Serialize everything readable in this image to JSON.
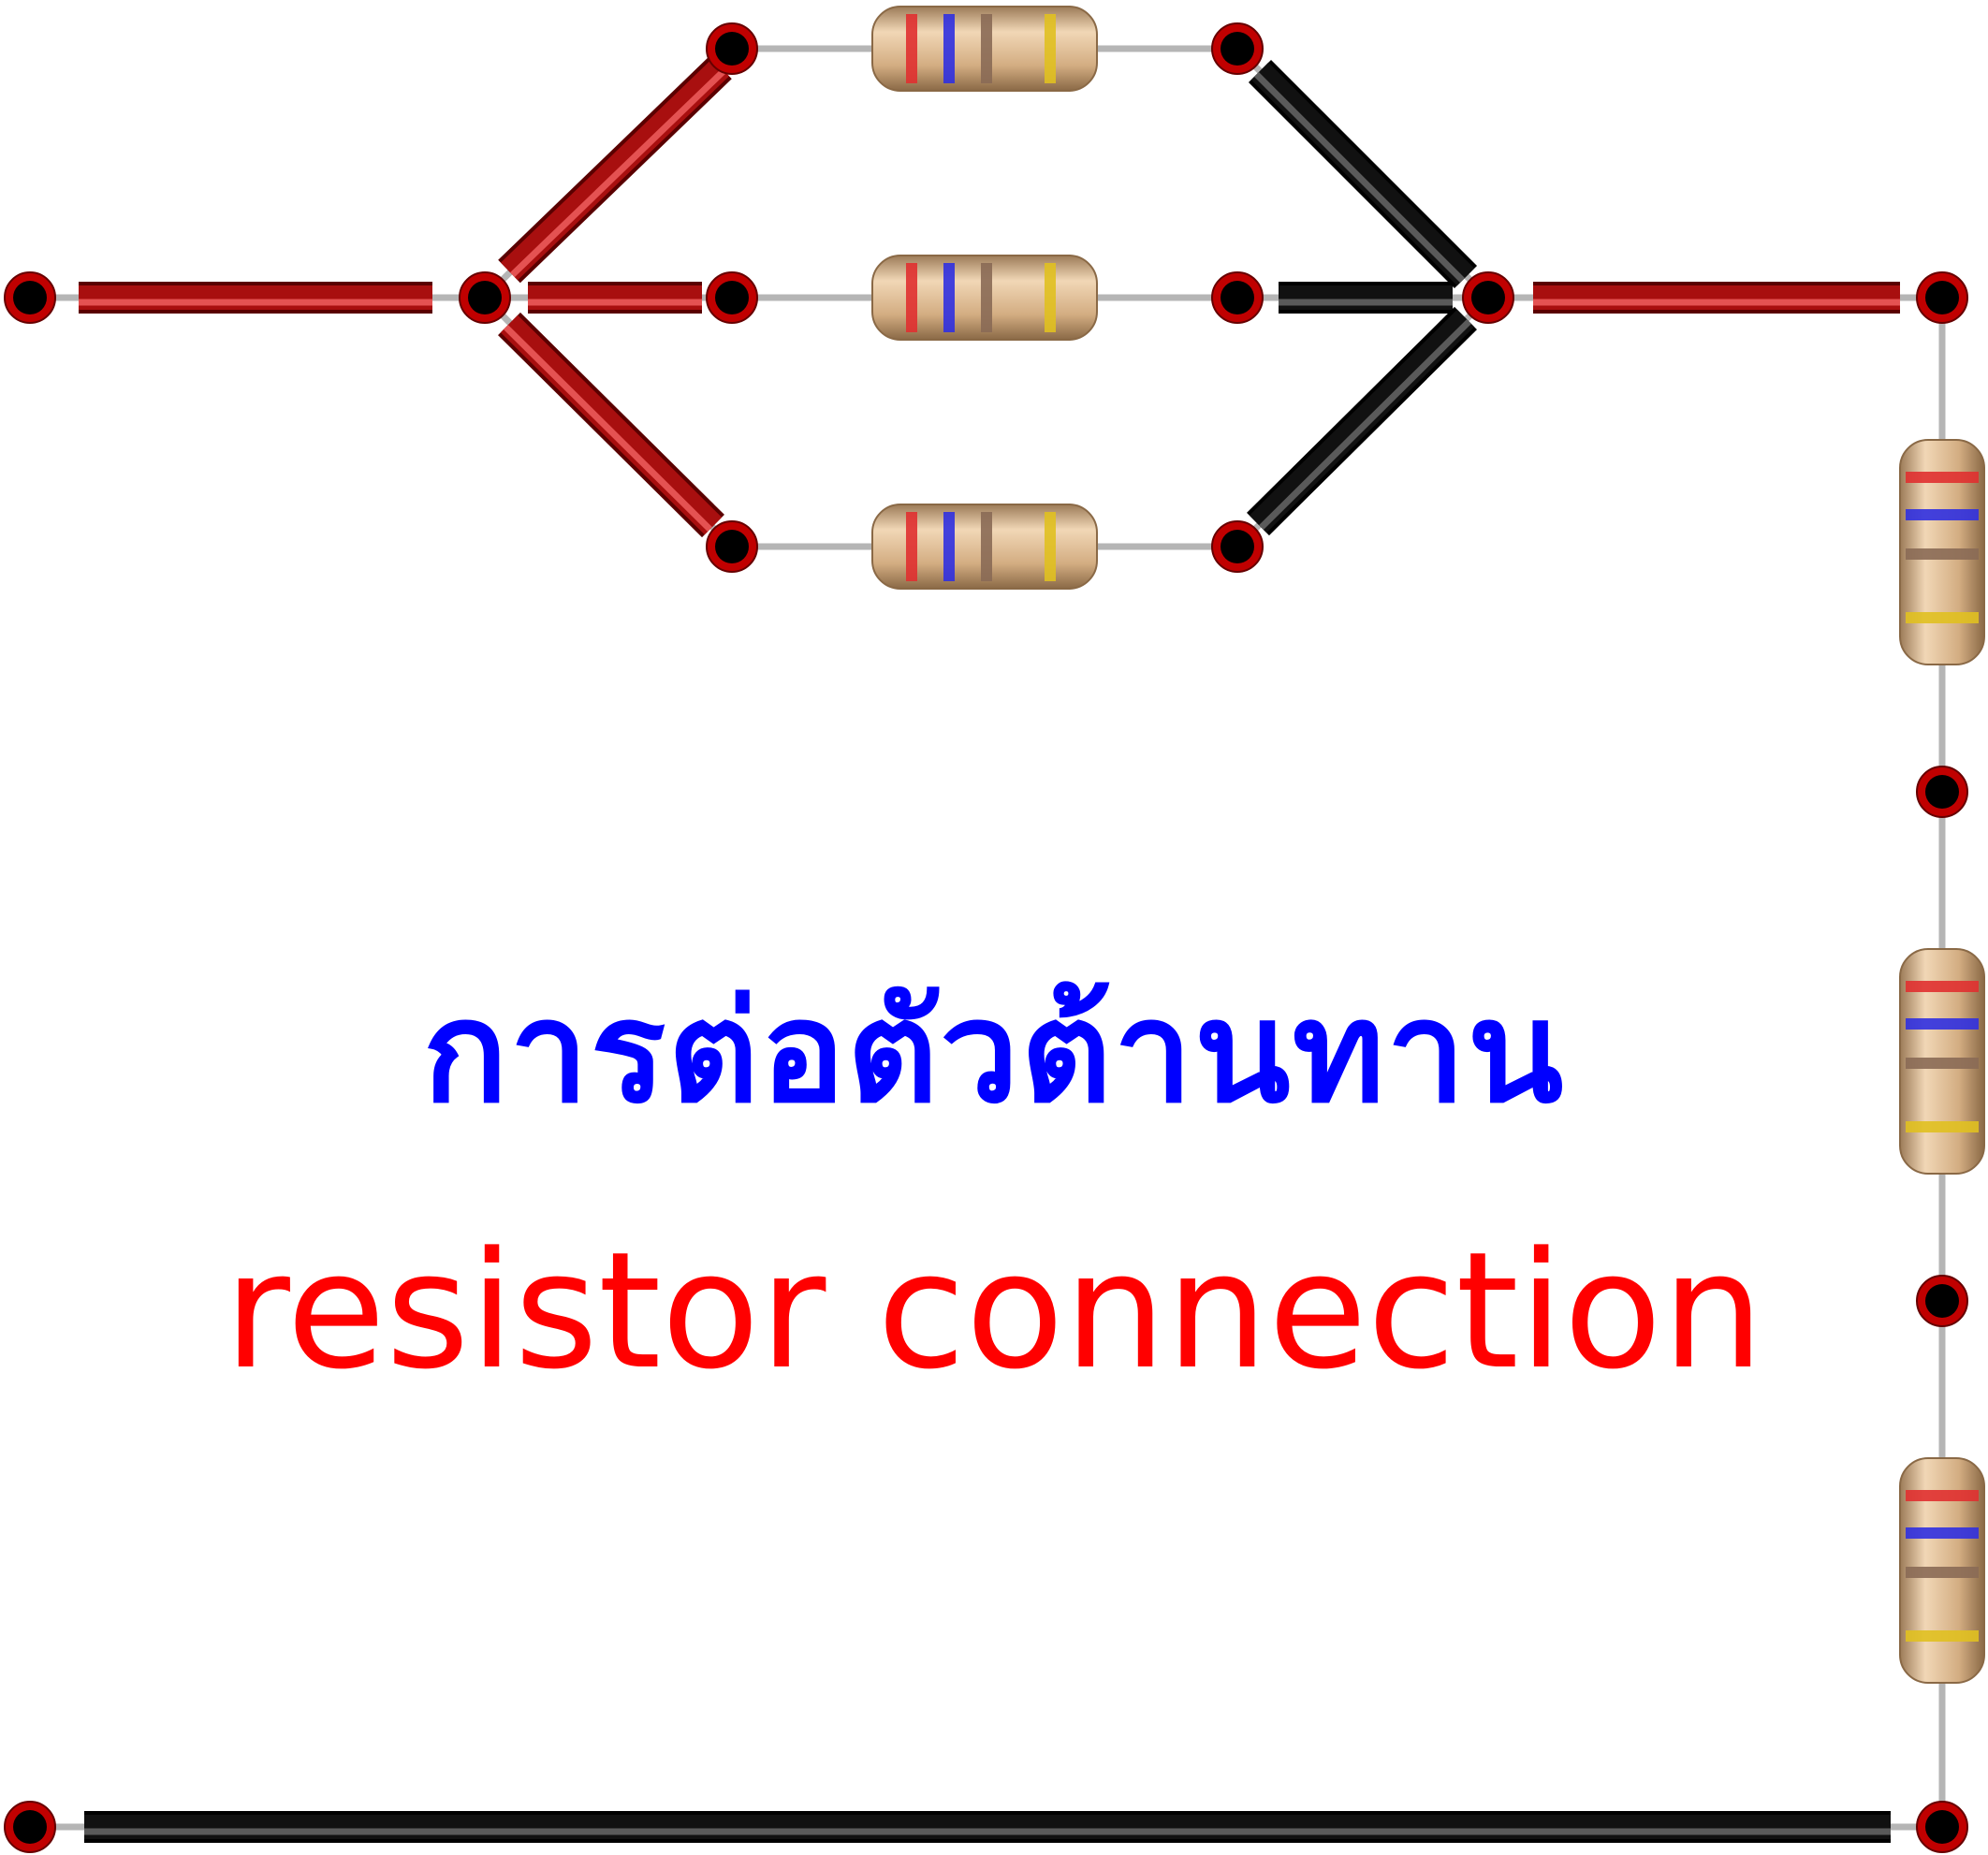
{
  "title_thai": "การต่อตัวต้านทาน",
  "title_english": "resistor connection",
  "colors": {
    "thai_text": "#0000ff",
    "english_text": "#ff0000",
    "red_wire": "#a80f0f",
    "black_wire": "#111111",
    "lead_wire": "#b5b5b5",
    "terminal_ring": "#c00000",
    "terminal_center": "#000000",
    "resistor_body": "#d9b48a",
    "band_1": "#e03030",
    "band_2": "#3030e0",
    "band_3": "#8a6a55",
    "band_4": "#e0c020"
  },
  "components": {
    "parallel_resistors": 3,
    "series_resistors": 3
  }
}
